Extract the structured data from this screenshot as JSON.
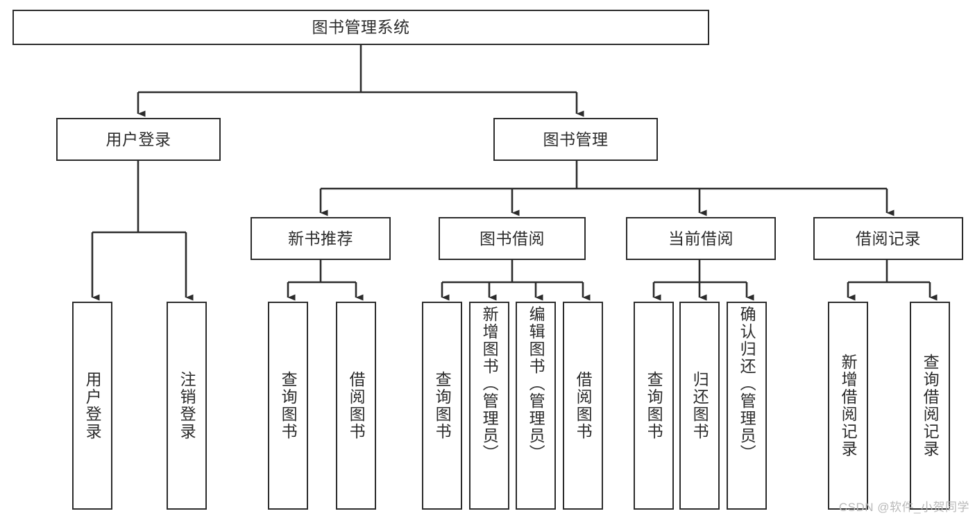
{
  "diagram": {
    "title": "图书管理系统",
    "root": {
      "label": "图书管理系统"
    },
    "level2": [
      {
        "label": "用户登录"
      },
      {
        "label": "图书管理"
      }
    ],
    "level3": [
      {
        "label": "新书推荐"
      },
      {
        "label": "图书借阅"
      },
      {
        "label": "当前借阅"
      },
      {
        "label": "借阅记录"
      }
    ],
    "leaves": [
      {
        "label": "用户登录",
        "parent": "用户登录"
      },
      {
        "label": "注销登录",
        "parent": "用户登录"
      },
      {
        "label": "查询图书",
        "parent": "新书推荐"
      },
      {
        "label": "借阅图书",
        "parent": "新书推荐"
      },
      {
        "label": "查询图书",
        "parent": "图书借阅"
      },
      {
        "label": "新增图书（管理员）",
        "parent": "图书借阅"
      },
      {
        "label": "编辑图书（管理员）",
        "parent": "图书借阅"
      },
      {
        "label": "借阅图书",
        "parent": "图书借阅"
      },
      {
        "label": "查询图书",
        "parent": "当前借阅"
      },
      {
        "label": "归还图书",
        "parent": "当前借阅"
      },
      {
        "label": "确认归还（管理员）",
        "parent": "当前借阅"
      },
      {
        "label": "新增借阅记录",
        "parent": "借阅记录"
      },
      {
        "label": "查询借阅记录",
        "parent": "借阅记录"
      }
    ],
    "colors": {
      "line": "#2b2b2b",
      "box_fill": "#ffffff",
      "text": "#2b2b2b",
      "watermark": "#b9b9b9"
    }
  },
  "watermark": {
    "text": "CSDN @软件_小贺同学"
  }
}
